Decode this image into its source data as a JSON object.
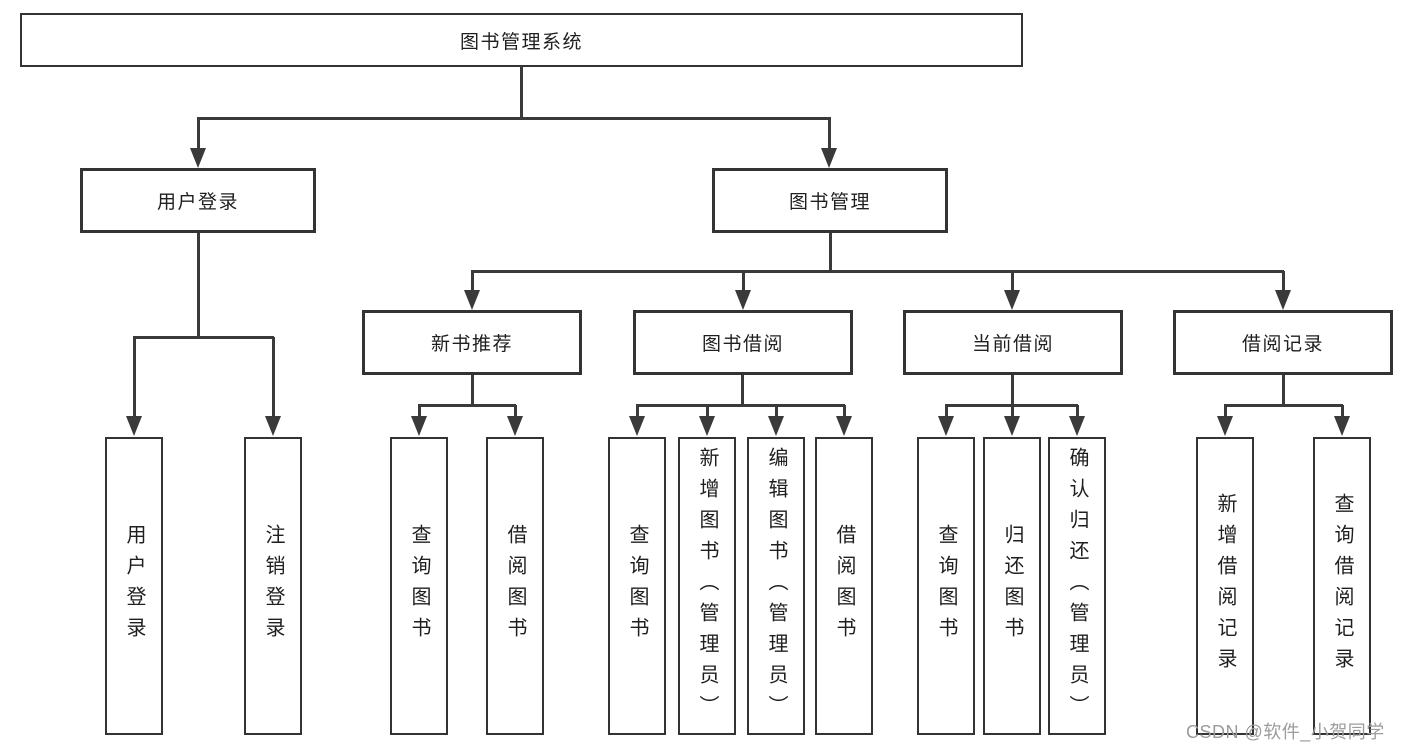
{
  "tree": {
    "root": {
      "label": "图书管理系统",
      "children": [
        {
          "label": "用户登录",
          "children": [
            {
              "label": "用户登录"
            },
            {
              "label": "注销登录"
            }
          ]
        },
        {
          "label": "图书管理",
          "children": [
            {
              "label": "新书推荐",
              "children": [
                {
                  "label": "查询图书"
                },
                {
                  "label": "借阅图书"
                }
              ]
            },
            {
              "label": "图书借阅",
              "children": [
                {
                  "label": "查询图书"
                },
                {
                  "label": "新增图书（管理员）"
                },
                {
                  "label": "编辑图书（管理员）"
                },
                {
                  "label": "借阅图书"
                }
              ]
            },
            {
              "label": "当前借阅",
              "children": [
                {
                  "label": "查询图书"
                },
                {
                  "label": "归还图书"
                },
                {
                  "label": "确认归还（管理员）"
                }
              ]
            },
            {
              "label": "借阅记录",
              "children": [
                {
                  "label": "新增借阅记录"
                },
                {
                  "label": "查询借阅记录"
                }
              ]
            }
          ]
        }
      ]
    }
  },
  "watermark": {
    "text": "CSDN @软件_小贺同学"
  },
  "colors": {
    "line": "#3a3a3a",
    "border": "#333333",
    "text": "#1f1f1f",
    "watermark": "#9c9c9c",
    "background": "#ffffff"
  }
}
